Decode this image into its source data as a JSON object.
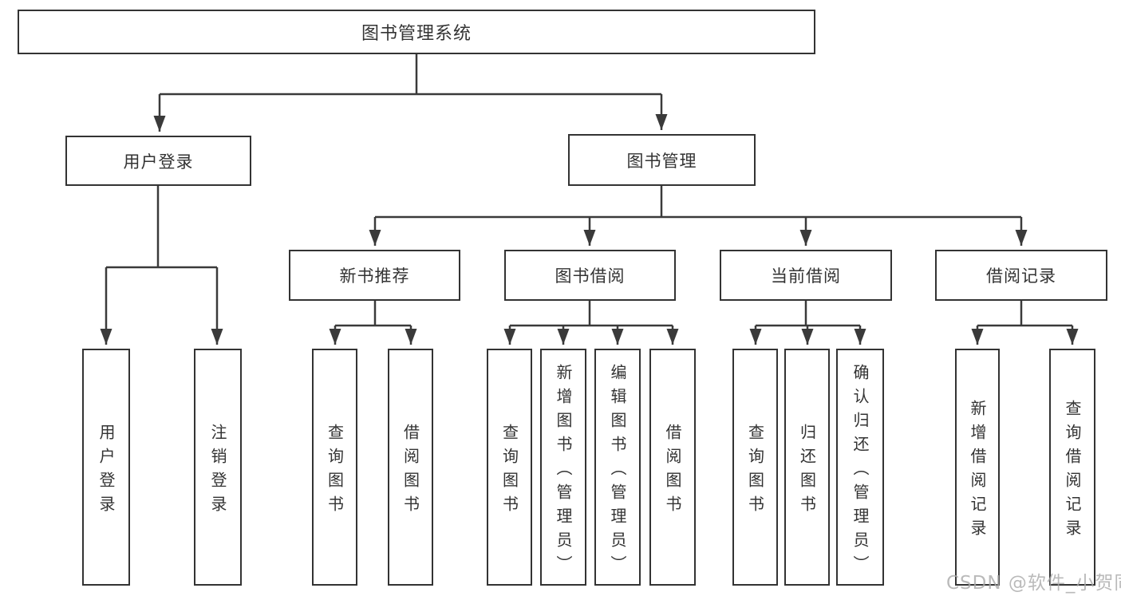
{
  "tree": {
    "root": {
      "label": "图书管理系统"
    },
    "branches": [
      {
        "label": "用户登录",
        "children": [
          {
            "label": "用户登录"
          },
          {
            "label": "注销登录"
          }
        ]
      },
      {
        "label": "图书管理",
        "children": [
          {
            "label": "新书推荐",
            "children": [
              {
                "label": "查询图书"
              },
              {
                "label": "借阅图书"
              }
            ]
          },
          {
            "label": "图书借阅",
            "children": [
              {
                "label": "查询图书"
              },
              {
                "label": "新增图书（管理员）"
              },
              {
                "label": "编辑图书（管理员）"
              },
              {
                "label": "借阅图书"
              }
            ]
          },
          {
            "label": "当前借阅",
            "children": [
              {
                "label": "查询图书"
              },
              {
                "label": "归还图书"
              },
              {
                "label": "确认归还（管理员）"
              }
            ]
          },
          {
            "label": "借阅记录",
            "children": [
              {
                "label": "新增借阅记录"
              },
              {
                "label": "查询借阅记录"
              }
            ]
          }
        ]
      }
    ]
  },
  "watermark": "CSDN @软件_小贺同学",
  "colors": {
    "line": "#3a3a3a",
    "box_border": "#333333",
    "text": "#333333",
    "watermark_text": "#a9a9a9",
    "background": "#ffffff"
  }
}
